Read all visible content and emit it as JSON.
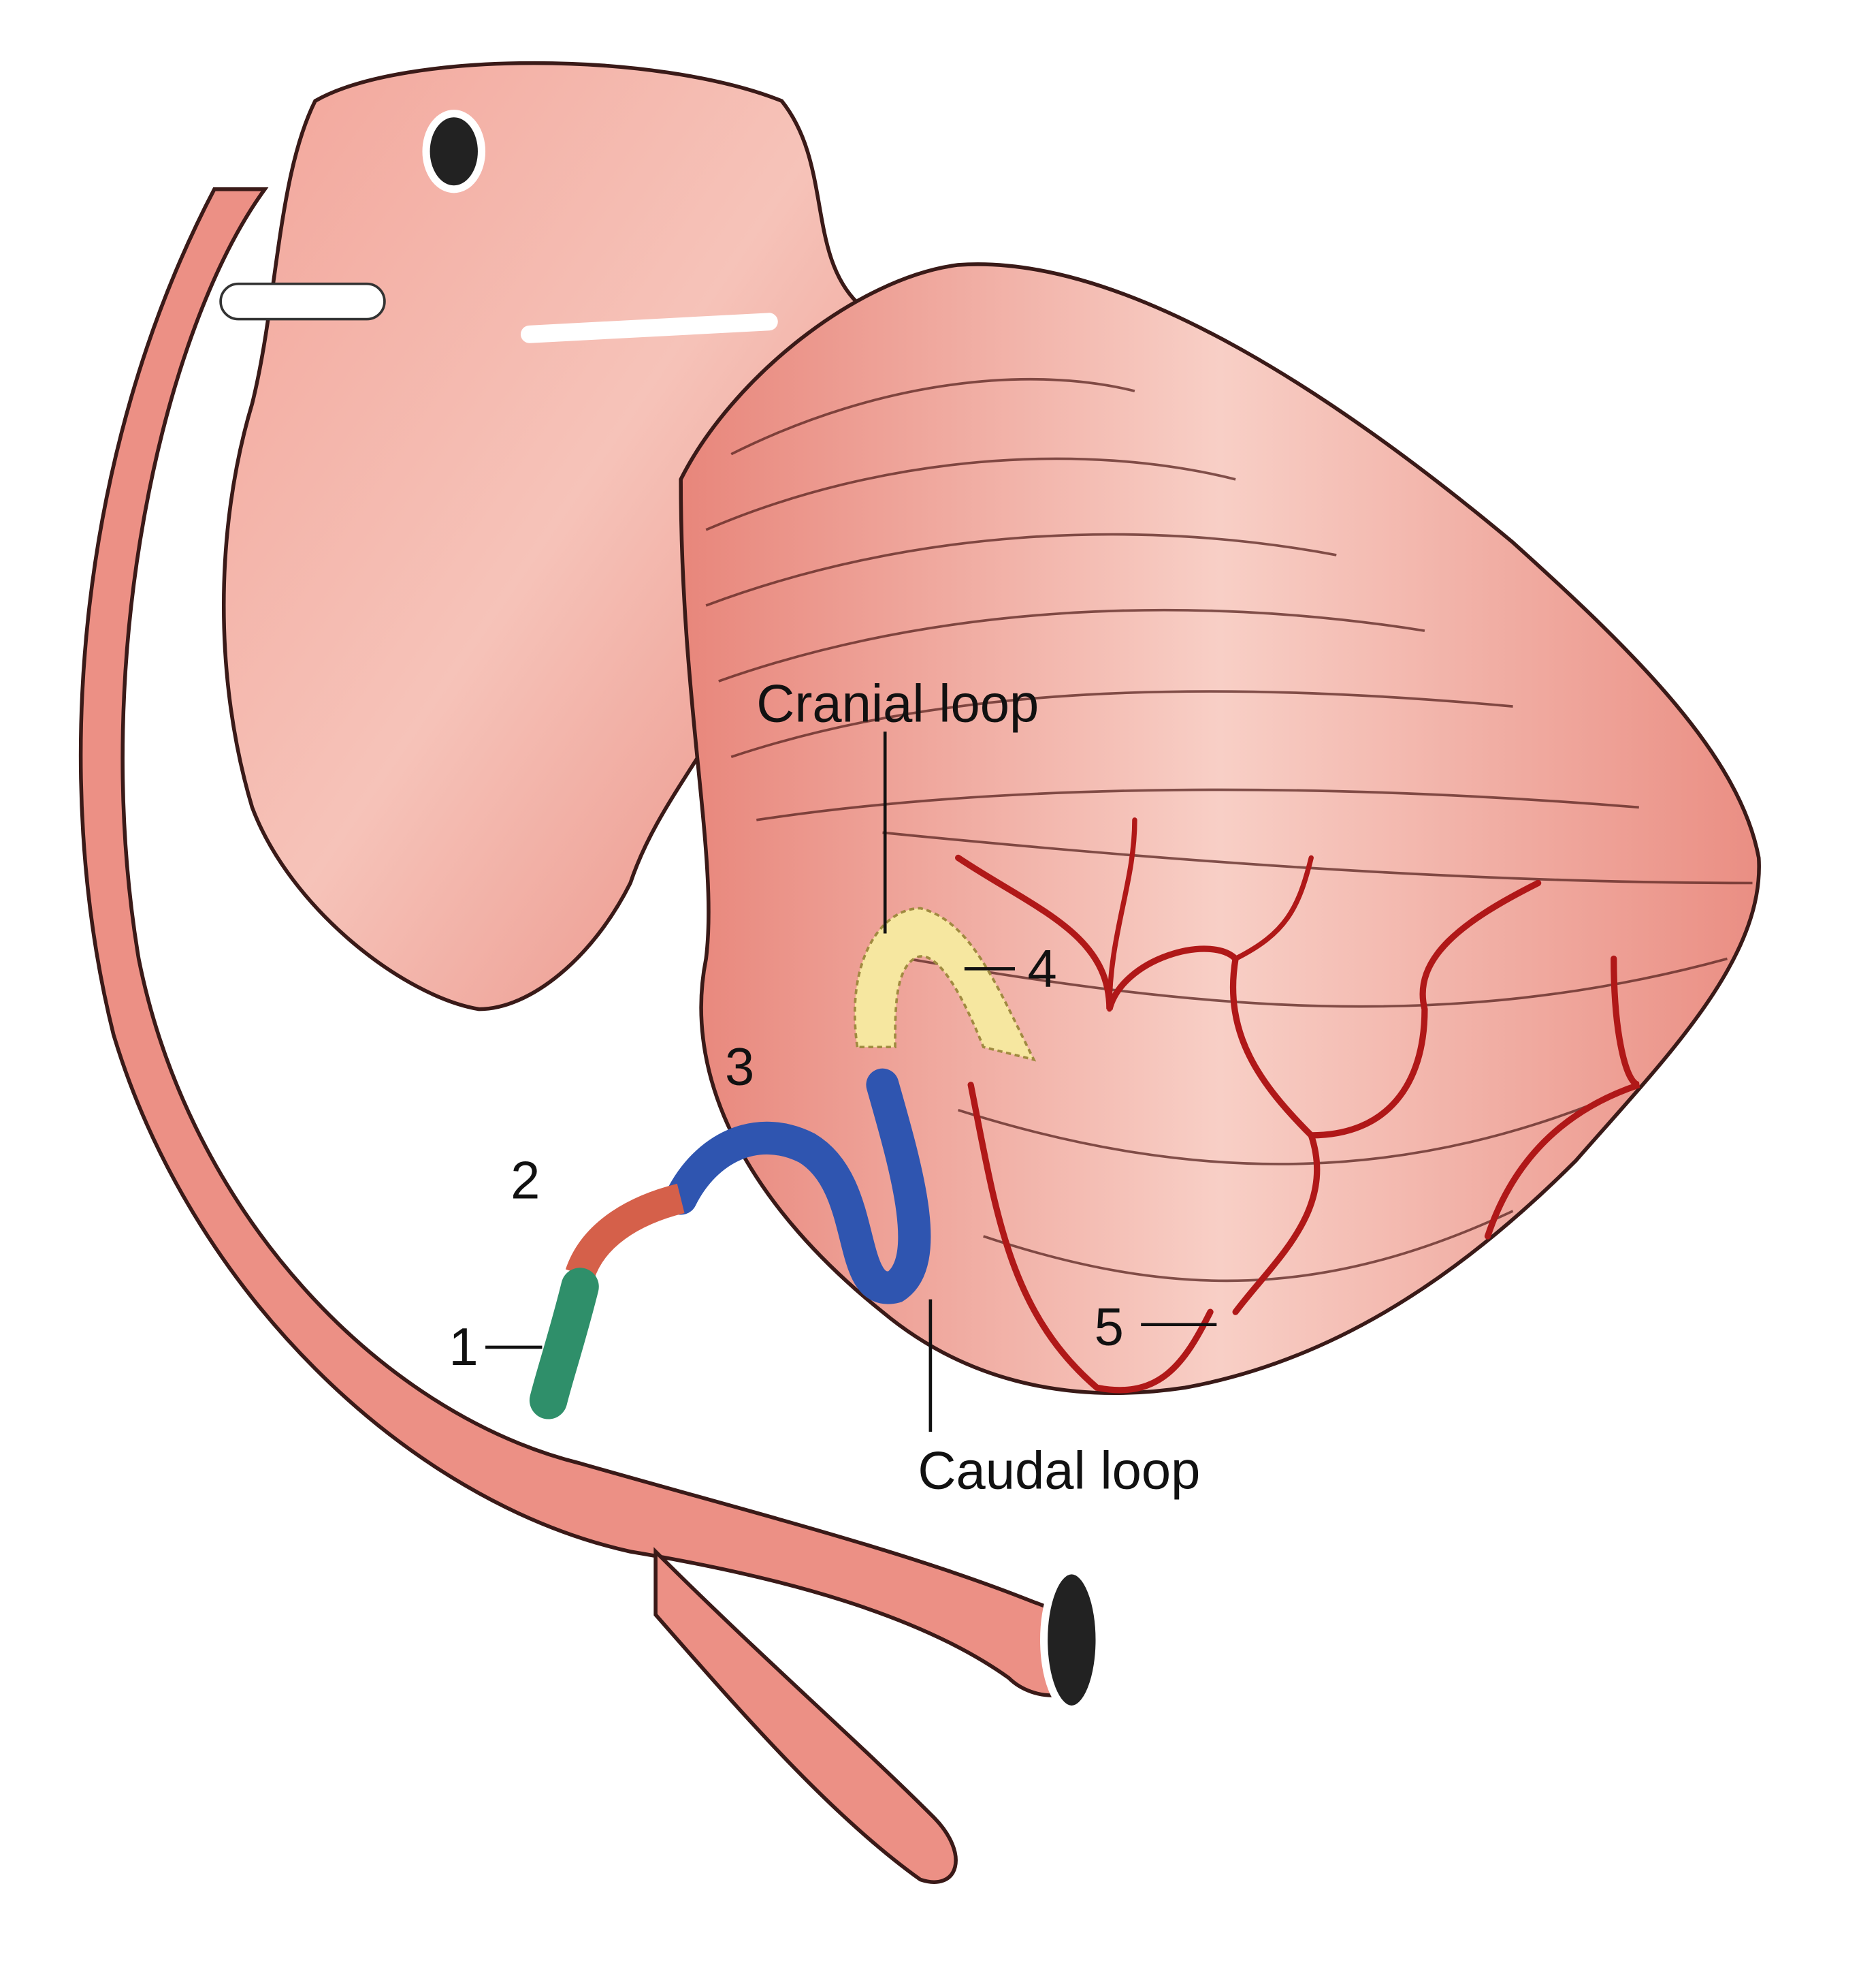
{
  "figure": {
    "labels": {
      "cranial_loop": "Cranial loop",
      "caudal_loop": "Caudal loop",
      "n1": "1",
      "n2": "2",
      "n3": "3",
      "n4": "4",
      "n5": "5"
    },
    "colors": {
      "tissue": "#eb8f85",
      "tissue_light": "#f7c9c0",
      "artery": "#c0202a",
      "blue_segment": "#2f55b0",
      "green_segment": "#2f8f6a",
      "yellow_segment": "#f6e7a0"
    }
  }
}
